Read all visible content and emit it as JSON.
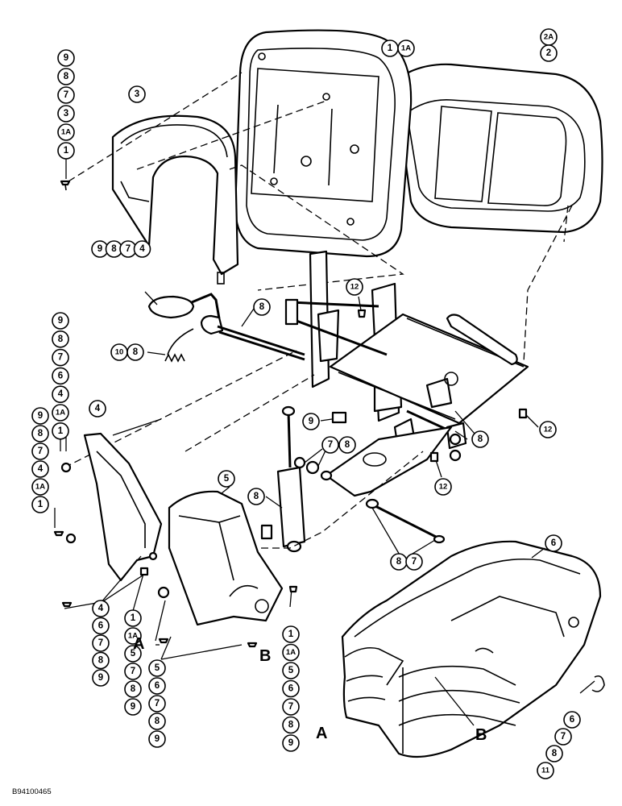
{
  "figure_id": "B94100465",
  "reference_letters": [
    "A",
    "B"
  ],
  "callouts": {
    "seat_back": [
      "1",
      "1A"
    ],
    "cushion": [
      "2A",
      "2"
    ],
    "back_cover": [
      "3"
    ],
    "back_cover_hw": [
      "9",
      "8",
      "7",
      "3",
      "1A",
      "1"
    ],
    "lever_hw": [
      "9",
      "8",
      "7",
      "4"
    ],
    "shaft": [
      "8"
    ],
    "spring": [
      "10",
      "8"
    ],
    "side_left_stack": [
      "9",
      "8",
      "7",
      "6",
      "4",
      "1A",
      "1"
    ],
    "side_left_part": [
      "4"
    ],
    "side_far_left": [
      "9",
      "8",
      "7",
      "4",
      "1A",
      "1"
    ],
    "bolt12_top": [
      "12"
    ],
    "bolt12_right": [
      "12"
    ],
    "bolt12_mid": [
      "12"
    ],
    "spacer": [
      "9"
    ],
    "washer_pair": [
      "7",
      "8"
    ],
    "bracket_right": [
      "8"
    ],
    "shock": [
      "8"
    ],
    "lower_bushing": [
      "8",
      "7"
    ],
    "side_right_part": [
      "5"
    ],
    "side_right_panel": [
      "6"
    ],
    "bottom_left_stack": [
      "4",
      "6",
      "7",
      "8",
      "9"
    ],
    "mid_stack_1": [
      "1",
      "1A",
      "5",
      "7",
      "8",
      "9"
    ],
    "mid_stack_2": [
      "5",
      "6",
      "7",
      "8",
      "9"
    ],
    "right_stack": [
      "1",
      "1A",
      "5",
      "6",
      "7",
      "8",
      "9"
    ],
    "boot_hw": [
      "6",
      "7",
      "8",
      "11"
    ]
  }
}
